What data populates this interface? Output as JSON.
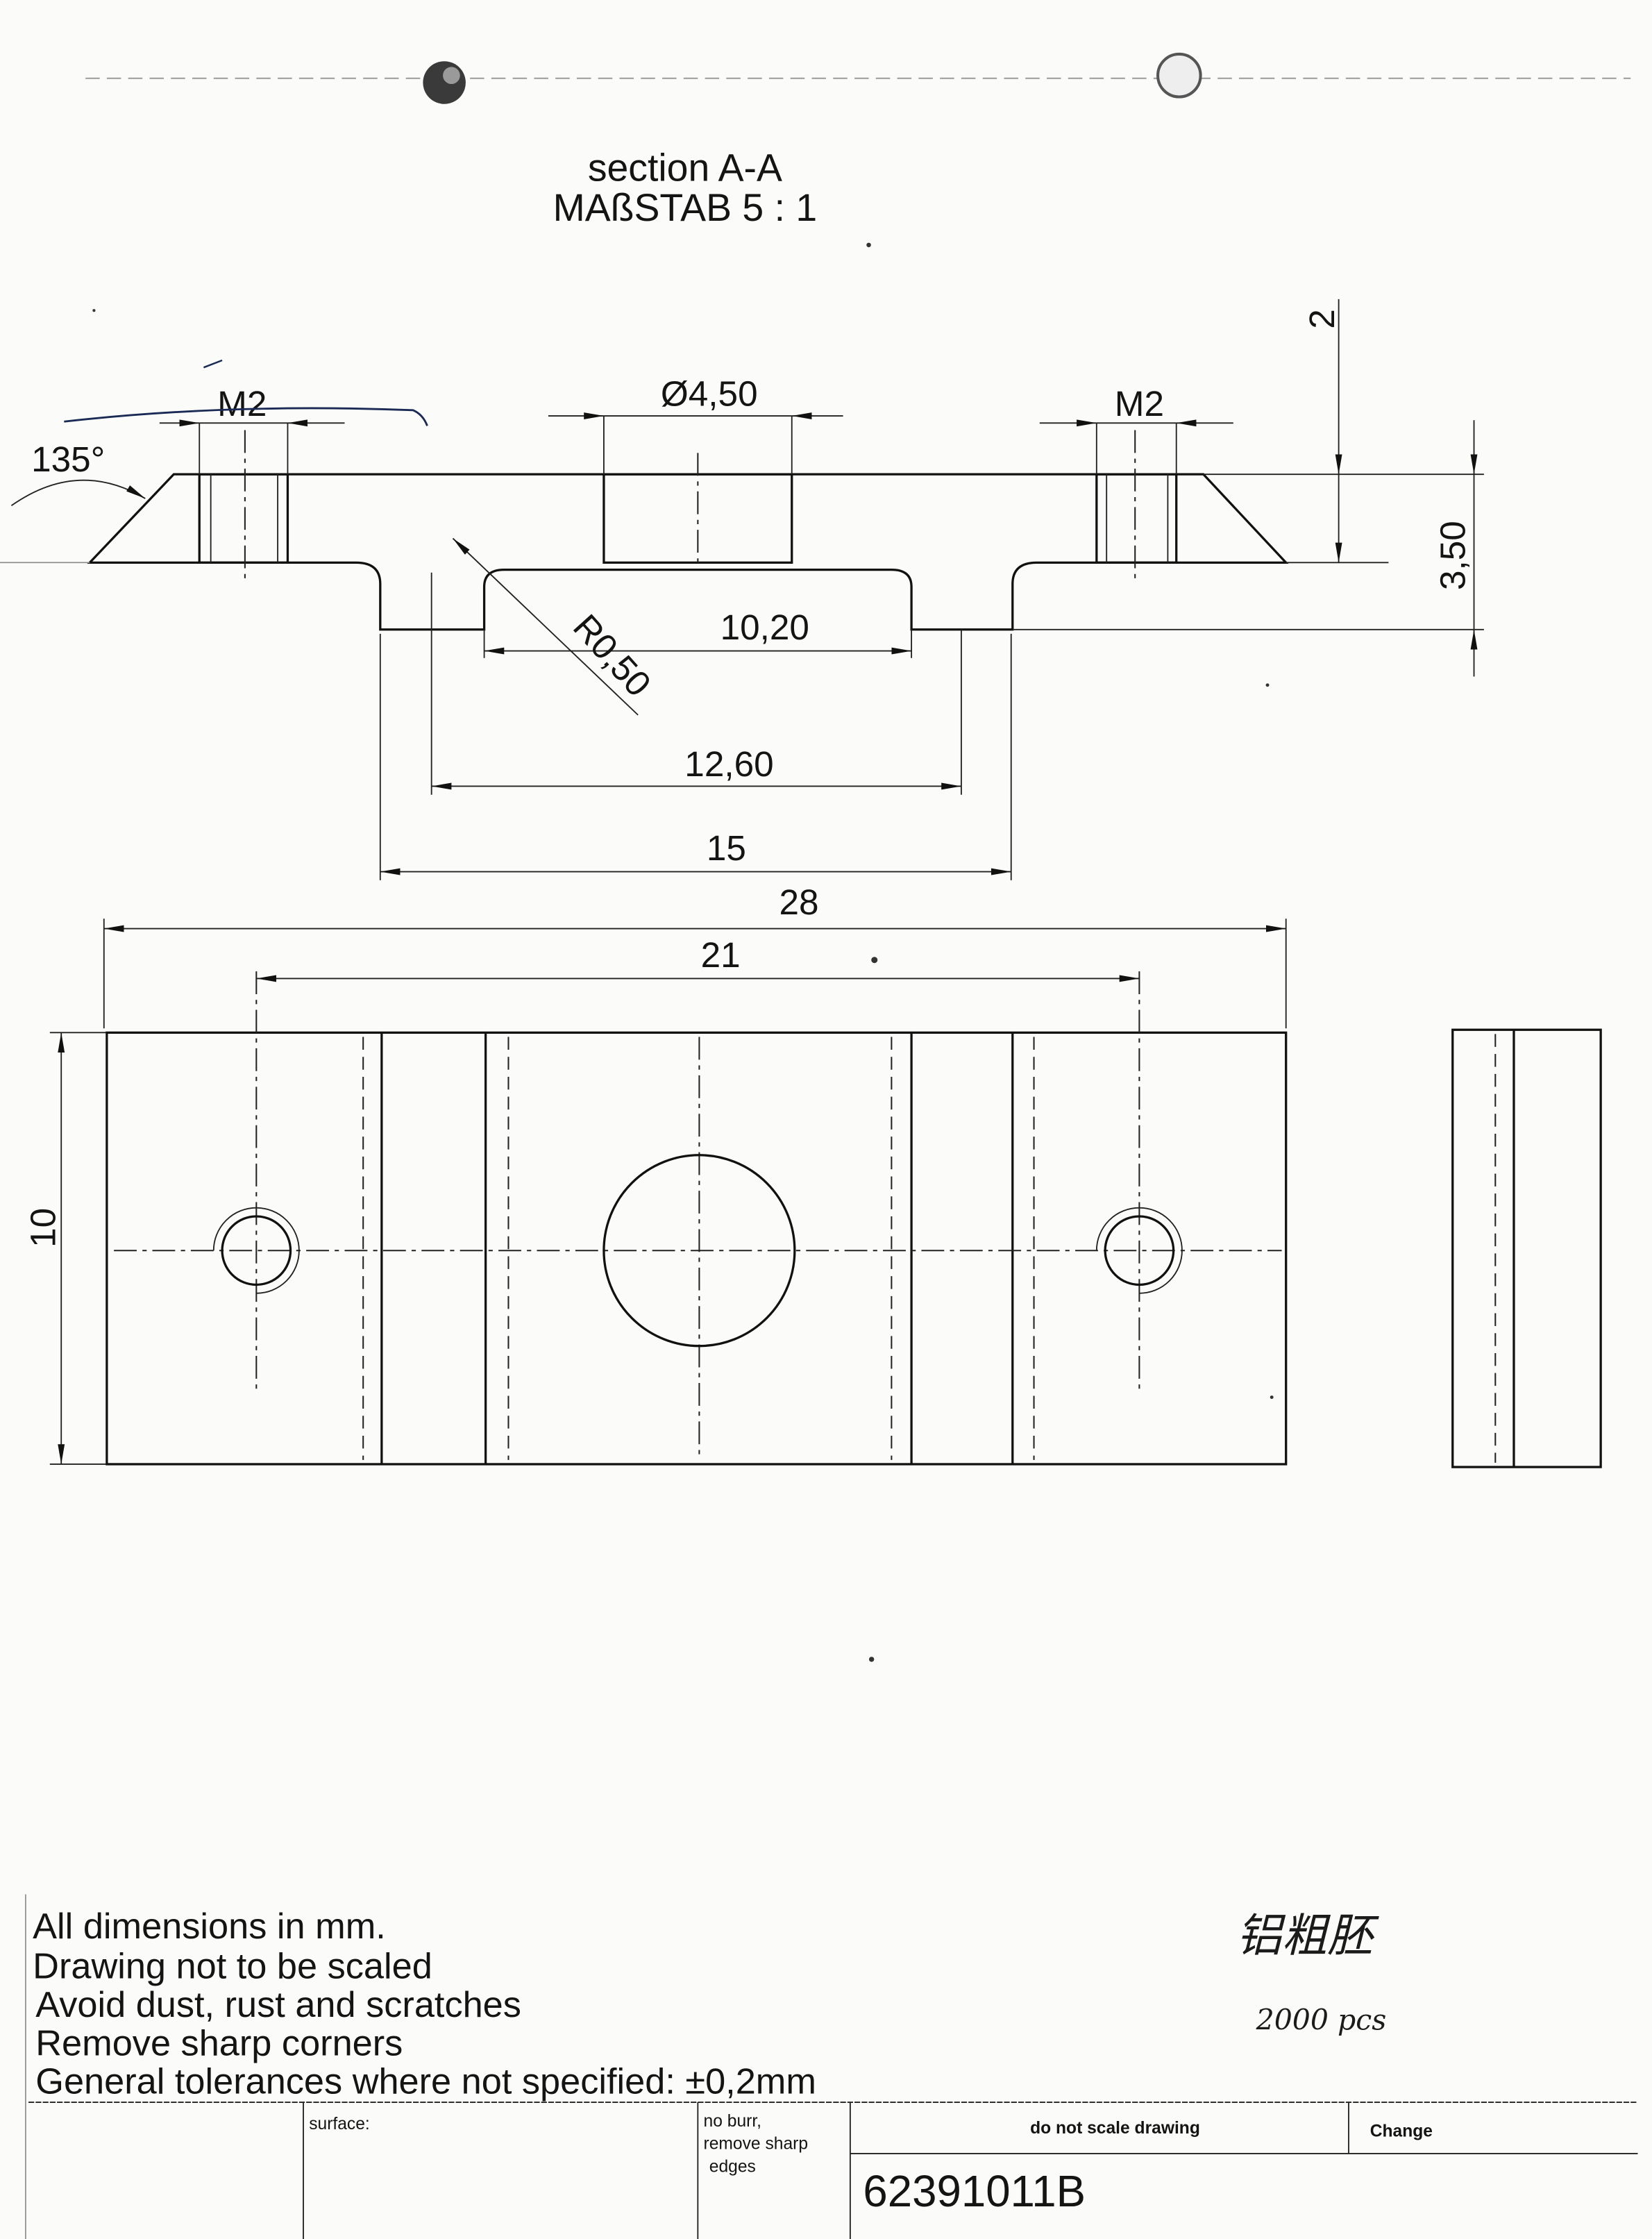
{
  "header": {
    "section_title": "section A-A",
    "scale": "MAßSTAB 5 : 1"
  },
  "section_view": {
    "dim_depth": "2",
    "dim_thread_left": "M2",
    "dim_center_hole": "Ø4,50",
    "dim_thread_right": "M2",
    "dim_chamfer_angle": "135°",
    "dim_height": "3,50",
    "dim_inner_width": "10,20",
    "dim_fillet_radius": "R0,50",
    "dim_width_mid": "12,60",
    "dim_boss_width": "15"
  },
  "top_view": {
    "dim_overall_length": "28",
    "dim_hole_spacing": "21",
    "dim_width": "10"
  },
  "notes": [
    "All dimensions in mm.",
    "Drawing not to be scaled",
    "Avoid dust, rust and scratches",
    "Remove sharp corners",
    "General tolerances where not specified: ±0,2mm"
  ],
  "handwritten": {
    "material": "铝粗胚",
    "quantity": "2000 pcs"
  },
  "title_block": {
    "surface_label": "surface:",
    "edges_note": [
      "no burr,",
      "remove sharp",
      "edges"
    ],
    "scale_note": "do not scale drawing",
    "change_label": "Change",
    "drawing_number": "62391011B"
  }
}
